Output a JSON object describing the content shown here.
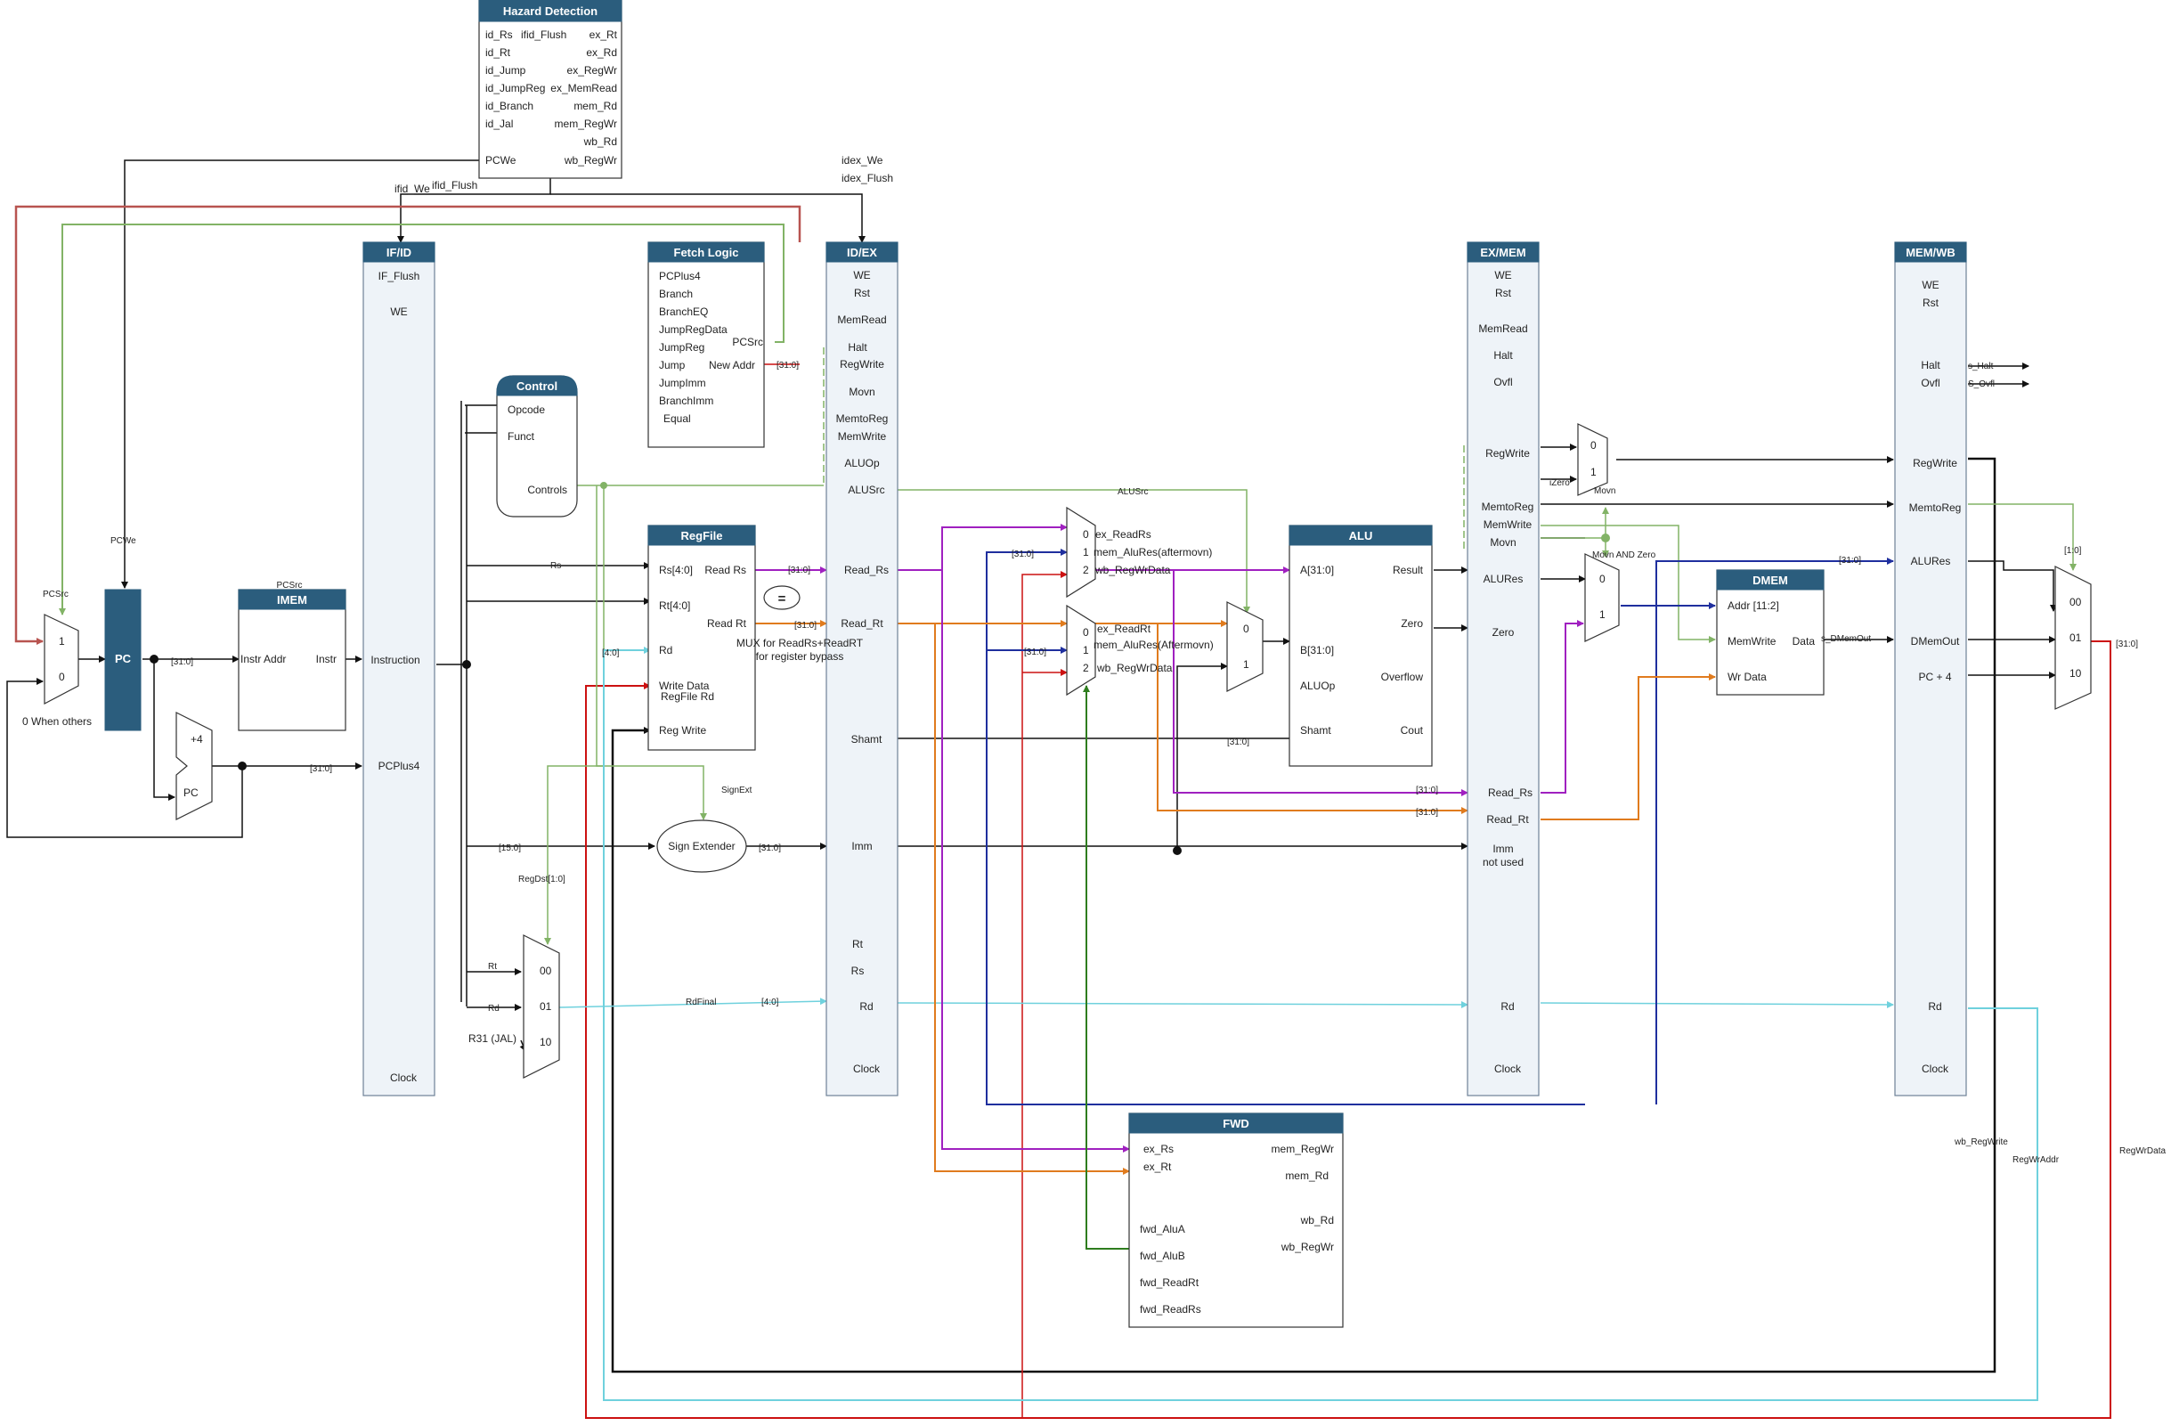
{
  "hazard": {
    "title": "Hazard Detection",
    "left": [
      "id_Rs",
      "id_Rt",
      "id_Jump",
      "id_JumpReg",
      "id_Branch",
      "id_Jal",
      "PCWe"
    ],
    "right": [
      "ex_Rt",
      "ex_Rd",
      "ex_RegWr",
      "ex_MemRead",
      "mem_Rd",
      "mem_RegWr",
      "wb_Rd",
      "wb_RegWr"
    ],
    "ifid_flush": "ifid_Flush"
  },
  "fetch": {
    "title": "Fetch Logic",
    "inputs": [
      "PCPlus4",
      "Branch",
      "BranchEQ",
      "JumpRegData",
      "JumpReg",
      "Jump",
      "JumpImm",
      "BranchImm",
      "Equal"
    ],
    "pcsrc": "PCSrc",
    "newaddr": "New Addr",
    "bus": "[31:0]"
  },
  "ifid": {
    "title": "IF/ID",
    "fields": [
      "IF_Flush",
      "WE",
      "Instruction",
      "PCPlus4",
      "Clock"
    ]
  },
  "idex": {
    "title": "ID/EX",
    "fields": [
      "WE",
      "Rst",
      "MemRead",
      "Halt",
      "RegWrite",
      "Movn",
      "MemtoReg",
      "MemWrite",
      "ALUOp",
      "ALUSrc",
      "Read_Rs",
      "Read_Rt",
      "Shamt",
      "Imm",
      "Rt",
      "Rs",
      "Rd",
      "Clock"
    ]
  },
  "exmem": {
    "title": "EX/MEM",
    "fields": [
      "WE",
      "Rst",
      "MemRead",
      "Halt",
      "Ovfl",
      "RegWrite",
      "MemtoReg",
      "MemWrite",
      "Movn",
      "ALURes",
      "Zero",
      "Read_Rs",
      "Read_Rt",
      "Imm",
      "not used",
      "Rd",
      "Clock"
    ]
  },
  "memwb": {
    "title": "MEM/WB",
    "fields": [
      "WE",
      "Rst",
      "Halt",
      "Ovfl",
      "RegWrite",
      "MemtoReg",
      "ALURes",
      "DMemOut",
      "PC + 4",
      "Rd",
      "Clock"
    ]
  },
  "control": {
    "title": "Control",
    "fields": [
      "Opcode",
      "Funct",
      "Controls"
    ]
  },
  "regfile": {
    "title": "RegFile",
    "left": [
      "Rs[4:0]",
      "Rt[4:0]",
      "Rd",
      "Write Data",
      "RegFile Rd",
      "Reg Write"
    ],
    "right": [
      "Read Rs",
      "Read Rt"
    ]
  },
  "alu": {
    "title": "ALU",
    "left": [
      "A[31:0]",
      "B[31:0]",
      "ALUOp",
      "Shamt"
    ],
    "right": [
      "Result",
      "Zero",
      "Overflow",
      "Cout"
    ]
  },
  "dmem": {
    "title": "DMEM",
    "fields": [
      "Addr [11:2]",
      "MemWrite",
      "Data",
      "Wr Data"
    ]
  },
  "imem": {
    "title": "IMEM",
    "fields": [
      "Instr Addr",
      "Instr"
    ],
    "above": "PCSrc"
  },
  "fwd": {
    "title": "FWD",
    "left": [
      "ex_Rs",
      "ex_Rt",
      "fwd_AluA",
      "fwd_AluB",
      "fwd_ReadRt",
      "fwd_ReadRs"
    ],
    "right": [
      "mem_RegWr",
      "mem_Rd",
      "wb_Rd",
      "wb_RegWr"
    ]
  },
  "pc": {
    "label": "PC",
    "adder_plus": "+4",
    "adder_pc": "PC"
  },
  "pcmux": {
    "in1": "1",
    "in0": "0",
    "note": "0 When others"
  },
  "mux_rs": {
    "inputs": [
      "0",
      "1",
      "2"
    ],
    "labels": [
      "ex_ReadRs",
      "mem_AluRes(aftermovn)",
      "wb_RegWrData"
    ]
  },
  "mux_rt": {
    "inputs": [
      "0",
      "1",
      "2"
    ],
    "labels": [
      "ex_ReadRt",
      "mem_AluRes(Aftermovn)",
      "wb_RegWrData"
    ]
  },
  "mux_alusrc": {
    "inputs": [
      "0",
      "1"
    ]
  },
  "mux_regdst": {
    "inputs": [
      "00",
      "01",
      "10"
    ],
    "labels": [
      "Rt",
      "Rd",
      "R31 (JAL)"
    ],
    "select": "RegDst[1:0]"
  },
  "mux_regwrite": {
    "inputs": [
      "0",
      "1"
    ]
  },
  "mux_alures": {
    "inputs": [
      "0",
      "1"
    ]
  },
  "mux_wb": {
    "inputs": [
      "00",
      "01",
      "10"
    ],
    "select": "[1:0]"
  },
  "sign": {
    "label": "Sign Extender",
    "ext": "SignExt",
    "bus_in": "[15:0]"
  },
  "eq": {
    "symbol": "=",
    "note1": "MUX for ReadRs+ReadRT",
    "note2": "for register bypass"
  },
  "labels": {
    "pcwe": "PCWe",
    "pcsrc": "PCSrc",
    "ifid_we": "ifid_We",
    "ifid_flush": "ifid_Flush",
    "idex_we": "idex_We",
    "idex_flush": "idex_Flush",
    "alusrc": "ALUSrc",
    "rs": "Rs",
    "rdfinal": "RdFinal",
    "izero": "iZero",
    "movn": "Movn",
    "movn_and_zero": "Movn AND Zero",
    "s_dmemout": "s_DMemOut",
    "s_halt": "s_Halt",
    "s_ovfl": "S_Ovfl",
    "wb_regwrite": "wb_RegWrite",
    "regwraddr": "RegWrAddr",
    "regwrdata": "RegWrData"
  },
  "buses": {
    "b31": "[31:0]",
    "b40": "[4:0]"
  }
}
